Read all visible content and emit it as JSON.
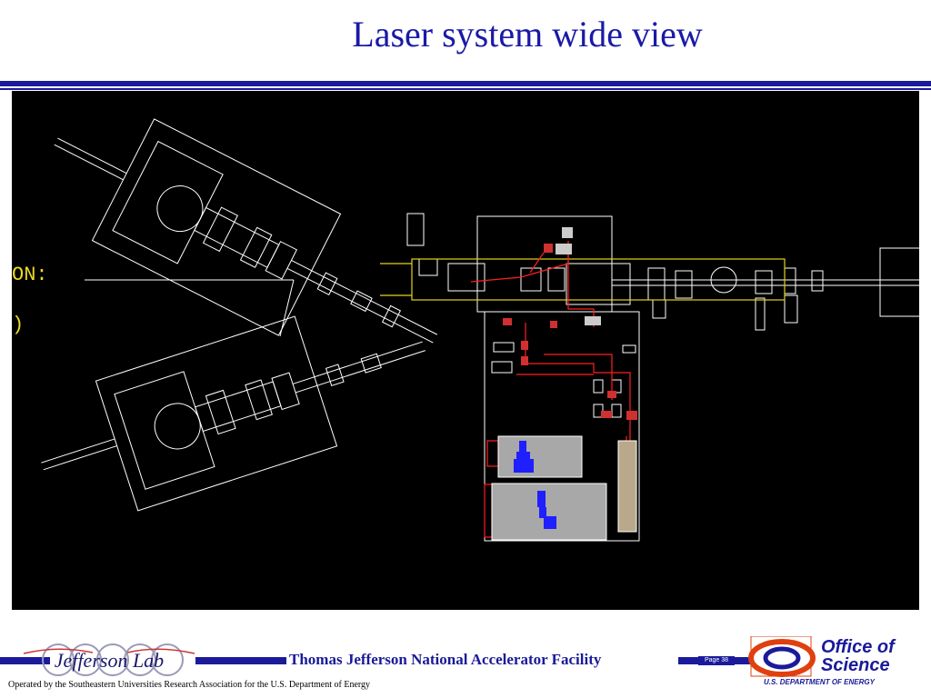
{
  "slide": {
    "title": "Laser system wide view"
  },
  "cad_view": {
    "overlay_text": [
      "ON:",
      ")"
    ],
    "colors": {
      "background": "#000000",
      "outline": "#ffffff",
      "beam": "#ff2020",
      "beamline_frame": "#e6d21a",
      "table": "#a8a8a8",
      "component": "#1f1fff"
    }
  },
  "footer": {
    "logo_text": "Jefferson Lab",
    "facility": "Thomas Jefferson National Accelerator Facility",
    "page": "Page 38",
    "operated_by": "Operated by the Southeastern Universities Research Association for the U.S. Department of  Energy",
    "doe_title_line1": "Office of",
    "doe_title_line2": "Science",
    "doe_subtitle": "U.S. DEPARTMENT OF ENERGY",
    "accent_color": "#1a1a9a"
  }
}
